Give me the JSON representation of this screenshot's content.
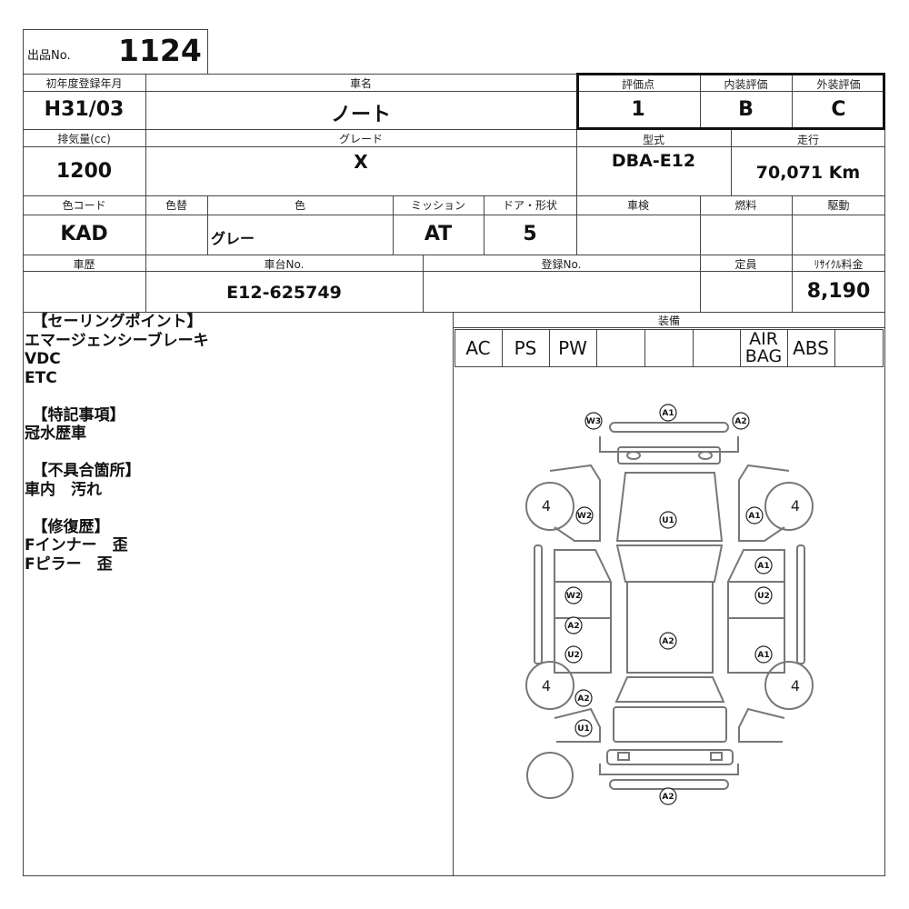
{
  "lot": {
    "label": "出品No.",
    "number": "1124"
  },
  "headers": {
    "first_reg": "初年度登録年月",
    "car_name": "車名",
    "score": "評価点",
    "interior": "内装評価",
    "exterior": "外装評価",
    "displacement": "排気量(cc)",
    "grade": "グレード",
    "model": "型式",
    "mileage": "走行",
    "color_code": "色コード",
    "color_change": "色替",
    "color": "色",
    "mission": "ミッション",
    "doors": "ドア・形状",
    "inspection": "車検",
    "fuel": "燃料",
    "drive": "駆動",
    "history": "車歴",
    "chassis": "車台No.",
    "registration": "登録No.",
    "capacity": "定員",
    "recycle": "ﾘｻｲｸﾙ料金",
    "equipment": "装備"
  },
  "values": {
    "first_reg": "H31/03",
    "car_name": "ノート",
    "score": "1",
    "interior": "B",
    "exterior": "C",
    "displacement": "1200",
    "grade": "X",
    "model": "DBA-E12",
    "mileage": "70,071 Km",
    "color_code": "KAD",
    "color": "グレー",
    "mission": "AT",
    "doors": "5",
    "chassis": "E12-625749",
    "recycle": "8,190"
  },
  "equipment": [
    "AC",
    "PS",
    "PW",
    "",
    "",
    "",
    "AIR\nBAG",
    "ABS",
    ""
  ],
  "notes": [
    "　【セーリングポイント】",
    "エマージェンシーブレーキ",
    "VDC",
    "ETC",
    "",
    "　【特記事項】",
    "冠水歴車",
    "",
    "　【不具合箇所】",
    "車内　汚れ",
    "",
    "　【修復歴】",
    "Fインナー　歪",
    "Fピラー　歪"
  ],
  "diagram": {
    "tires": [
      "4",
      "4",
      "4",
      "4"
    ],
    "marks": [
      "W3",
      "A1",
      "A2",
      "W2",
      "U1",
      "A1",
      "A1",
      "W2",
      "U2",
      "A2",
      "A2",
      "U2",
      "A1",
      "A2",
      "U1",
      "A2"
    ]
  }
}
